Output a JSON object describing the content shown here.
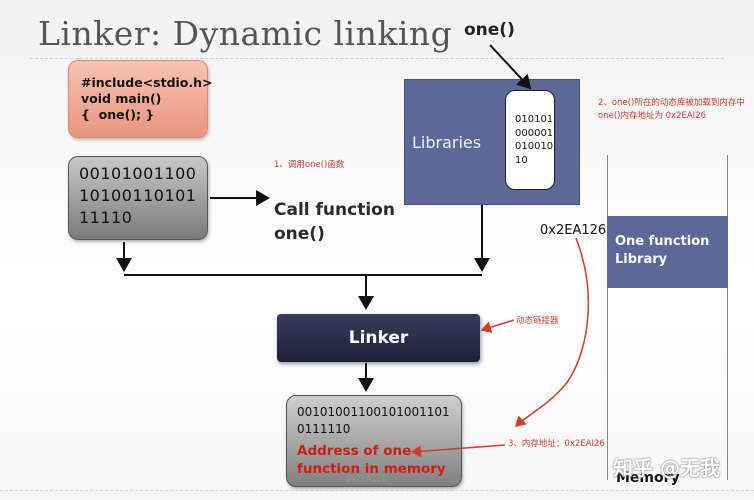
{
  "title": "Linker: Dynamic linking",
  "function_label": "one()",
  "source_code": "#include<stdio.h>\nvoid main()\n{  one(); }",
  "binary_program": "001010011001010011010111110",
  "call_function": "Call function\none()",
  "libraries": {
    "label": "Libraries",
    "code": "01010100000101001010"
  },
  "address_label": "0x2EA126",
  "linker_label": "Linker",
  "output": {
    "code": "001010011001010011010111110",
    "address_text": "Address of one\nfunction in memory",
    "faint_address": "0x2EA126"
  },
  "memory": {
    "block_label": "One function\nLibrary",
    "label": "Memory"
  },
  "annotations": {
    "note1": "1、调用one()函数",
    "note2": "2、one()所在的动态库被加载到内存中 one()内存地址为 0x2EAI26",
    "linker_note": "动态链接器",
    "note3": "3、内存地址：0x2EAI26"
  },
  "watermark": "知乎 @无我",
  "colors": {
    "library_blue": "#5c6899",
    "linker_dark": "#2a2b48",
    "annotation_red": "#d23a2a",
    "source_pink": "#f2a994",
    "address_red": "#d01d12"
  }
}
